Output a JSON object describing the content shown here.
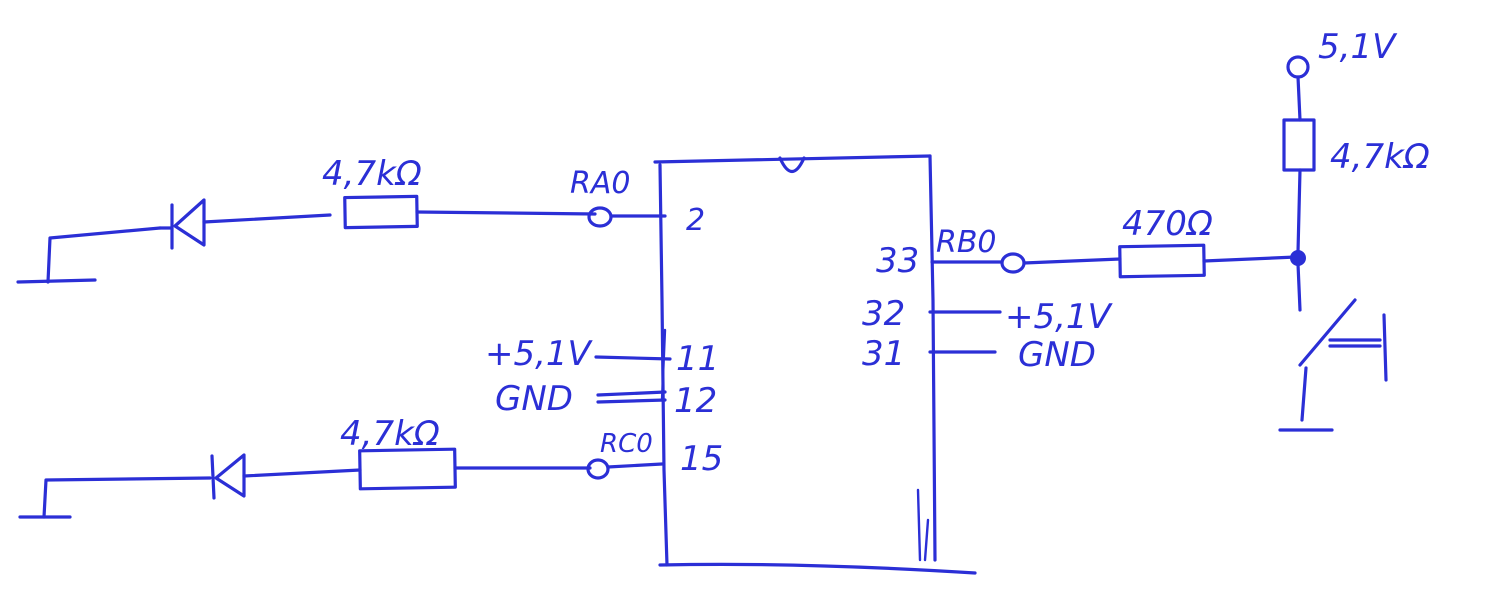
{
  "ic": {
    "pins_left": [
      {
        "number": "2",
        "net": "RA0"
      },
      {
        "number": "11",
        "net": "+5,1V"
      },
      {
        "number": "12",
        "net": "GND"
      },
      {
        "number": "15",
        "net": "RC0"
      }
    ],
    "pins_right": [
      {
        "number": "33",
        "net": "RB0"
      },
      {
        "number": "32",
        "net": "+5,1V"
      },
      {
        "number": "31",
        "net": "GND"
      }
    ]
  },
  "led_branch_top": {
    "resistor_value": "4,7kΩ",
    "port_label": "RA0",
    "pin_label": "2"
  },
  "led_branch_bottom": {
    "resistor_value": "4,7kΩ",
    "port_label": "RC0",
    "pin_label": "15"
  },
  "power_left": {
    "pin11_label": "11",
    "pin12_label": "12",
    "vcc_label": "+5,1V",
    "gnd_label": "GND"
  },
  "power_right": {
    "pin32_label": "32",
    "pin31_label": "31",
    "vcc_label": "+5,1V",
    "gnd_label": "GND"
  },
  "button_branch": {
    "port_label": "RB0",
    "pin_label": "33",
    "series_resistor": "470Ω",
    "pullup_resistor": "4,7kΩ",
    "supply_label": "5,1V"
  }
}
